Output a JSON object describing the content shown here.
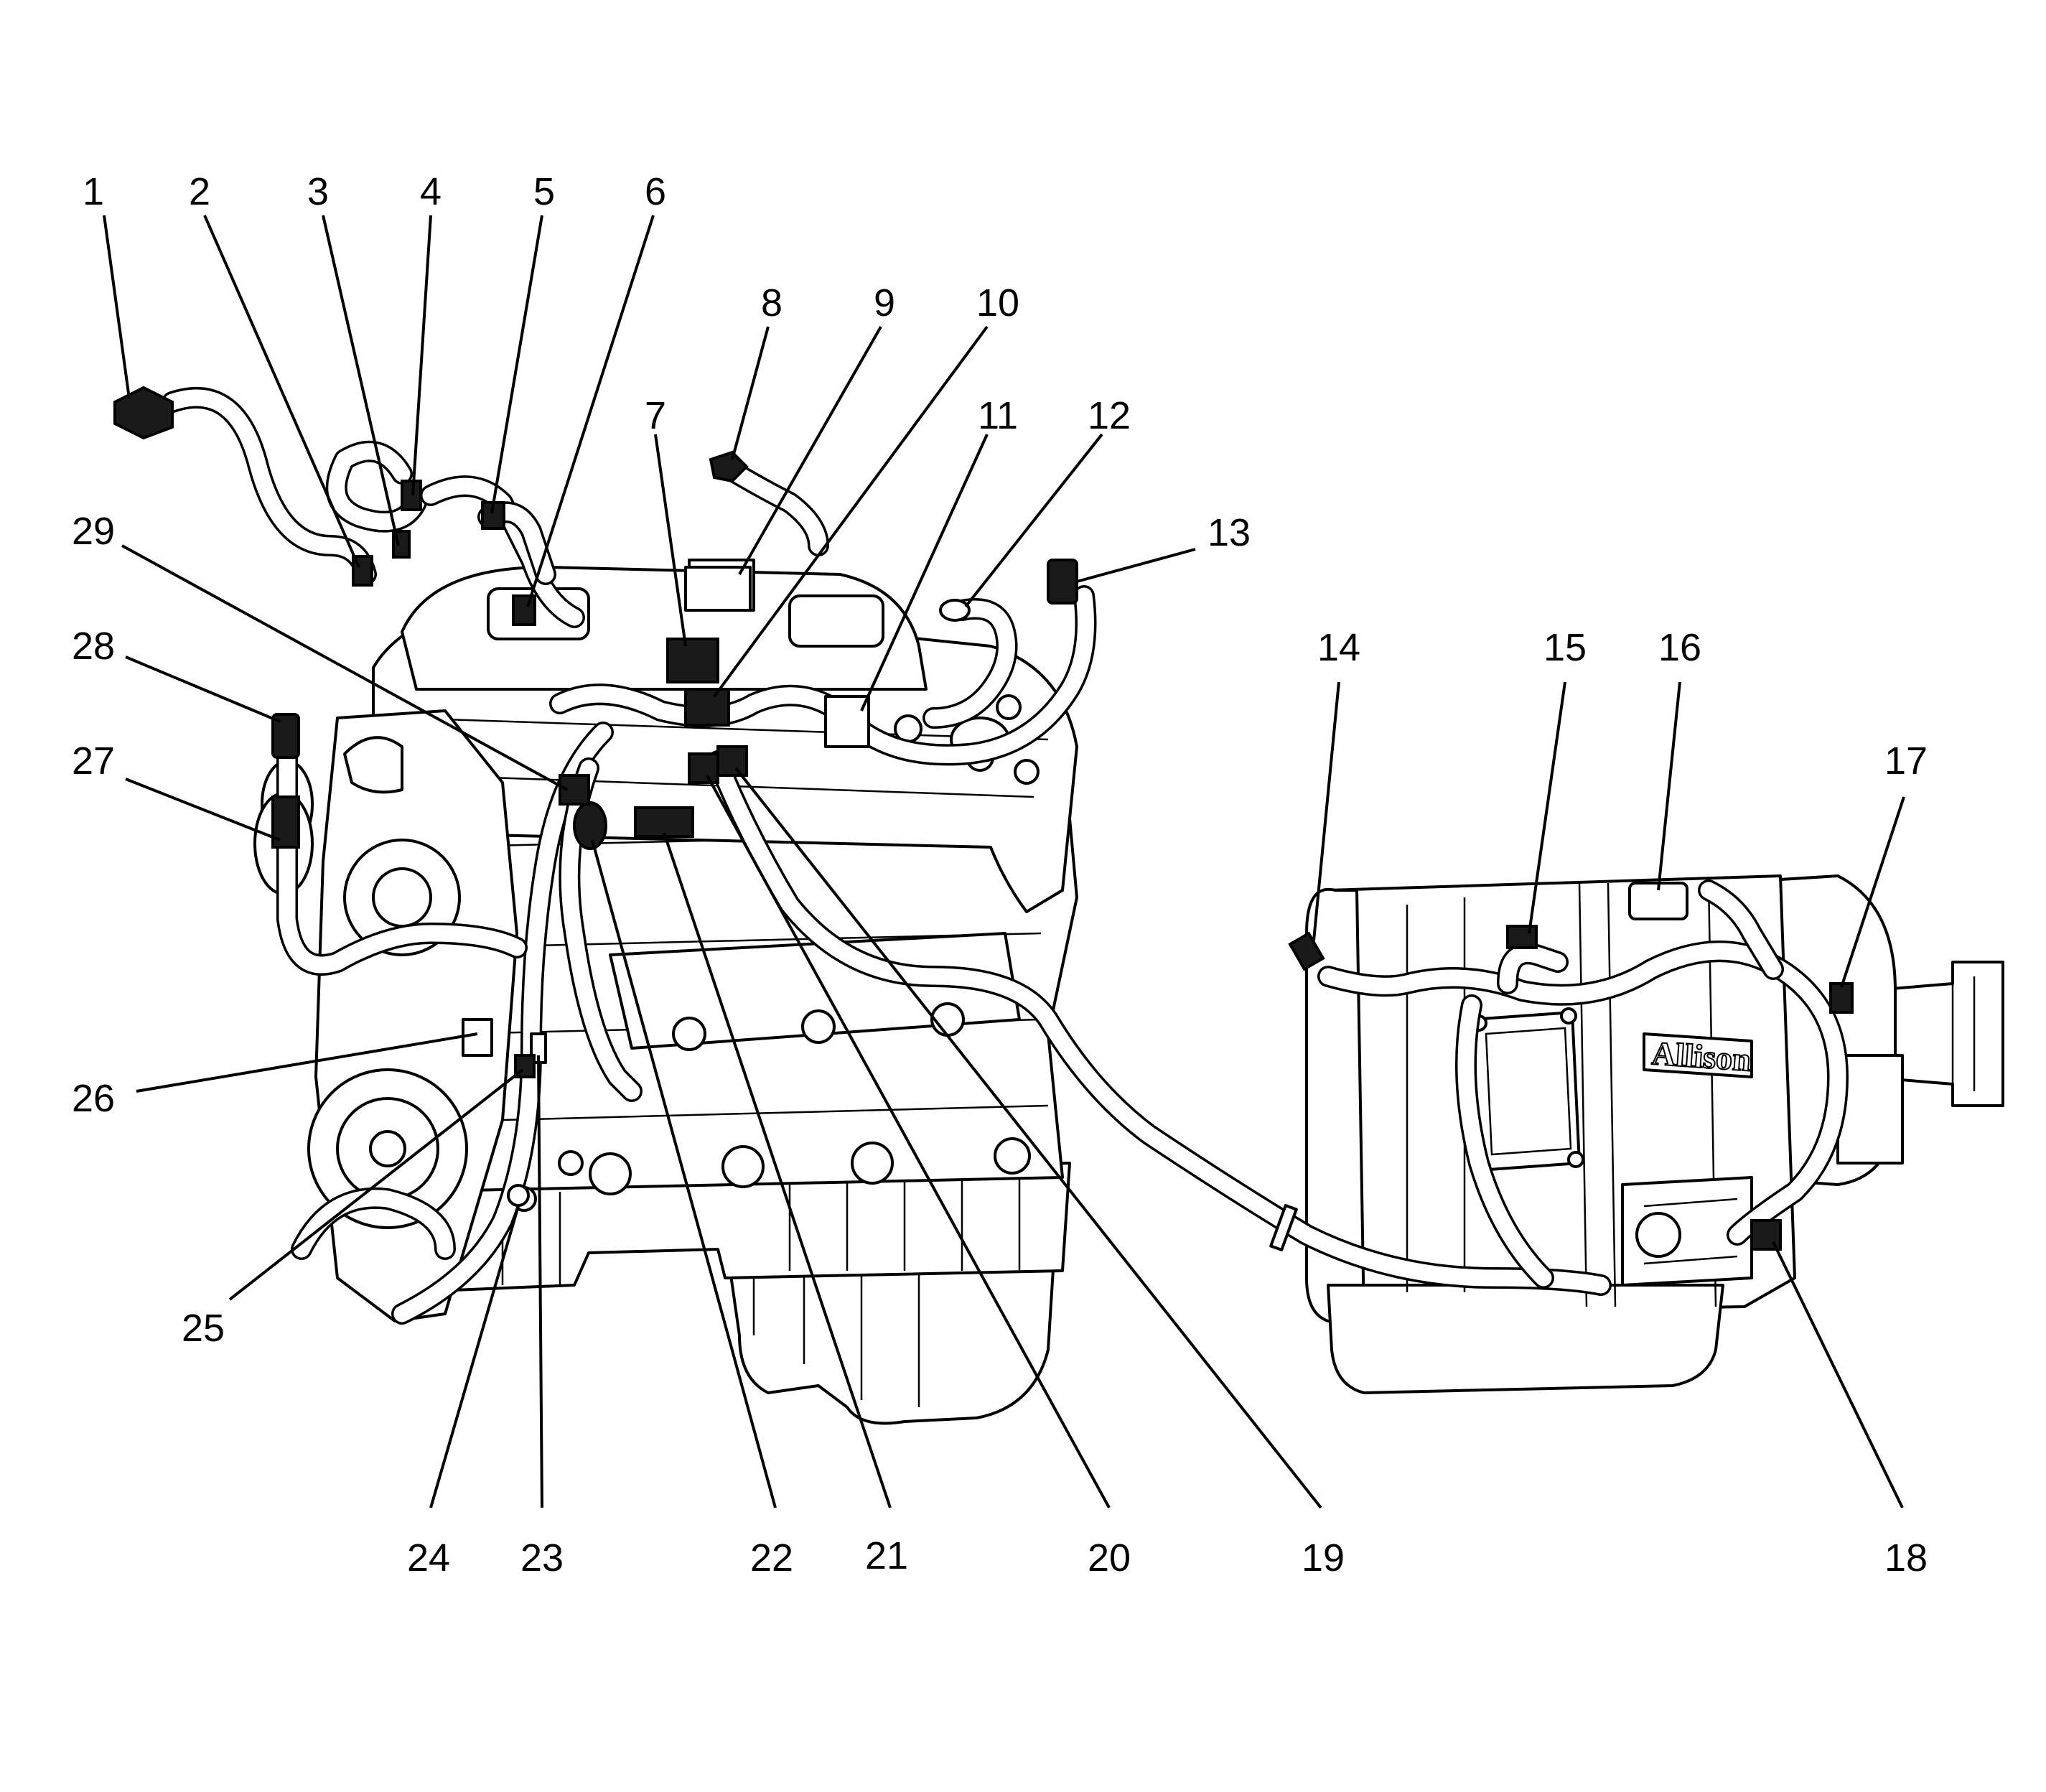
{
  "diagram": {
    "brand_text": "Allison",
    "callouts": [
      {
        "id": "1",
        "label": "1"
      },
      {
        "id": "2",
        "label": "2"
      },
      {
        "id": "3",
        "label": "3"
      },
      {
        "id": "4",
        "label": "4"
      },
      {
        "id": "5",
        "label": "5"
      },
      {
        "id": "6",
        "label": "6"
      },
      {
        "id": "7",
        "label": "7"
      },
      {
        "id": "8",
        "label": "8"
      },
      {
        "id": "9",
        "label": "9"
      },
      {
        "id": "10",
        "label": "10"
      },
      {
        "id": "11",
        "label": "11"
      },
      {
        "id": "12",
        "label": "12"
      },
      {
        "id": "13",
        "label": "13"
      },
      {
        "id": "14",
        "label": "14"
      },
      {
        "id": "15",
        "label": "15"
      },
      {
        "id": "16",
        "label": "16"
      },
      {
        "id": "17",
        "label": "17"
      },
      {
        "id": "18",
        "label": "18"
      },
      {
        "id": "19",
        "label": "19"
      },
      {
        "id": "20",
        "label": "20"
      },
      {
        "id": "21",
        "label": "21"
      },
      {
        "id": "22",
        "label": "22"
      },
      {
        "id": "23",
        "label": "23"
      },
      {
        "id": "24",
        "label": "24"
      },
      {
        "id": "25",
        "label": "25"
      },
      {
        "id": "26",
        "label": "26"
      },
      {
        "id": "27",
        "label": "27"
      },
      {
        "id": "28",
        "label": "28"
      },
      {
        "id": "29",
        "label": "29"
      }
    ]
  }
}
